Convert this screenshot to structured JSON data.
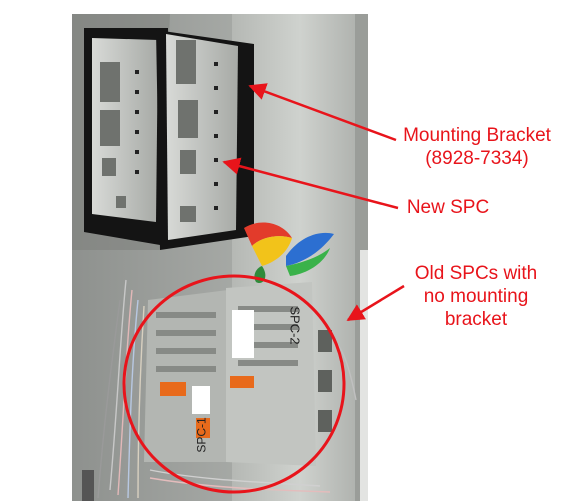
{
  "annotations": {
    "mounting_bracket": {
      "line1": "Mounting Bracket",
      "line2": "(8928-7334)"
    },
    "new_spc": "New SPC",
    "old_spcs": {
      "line1": "Old SPCs with",
      "line2": "no mounting",
      "line3": "bracket"
    }
  },
  "unit_labels": {
    "left_unit": "SPC-1",
    "right_unit": "SPC-2"
  },
  "colors": {
    "annotation": "#e8141b",
    "cabinet_panel": "#c9ccc8",
    "bracket": "#141414",
    "controller_body": "#bfc2bf"
  },
  "icons": [
    "red-arrow-icon",
    "logo-icon",
    "red-circle-outline"
  ]
}
